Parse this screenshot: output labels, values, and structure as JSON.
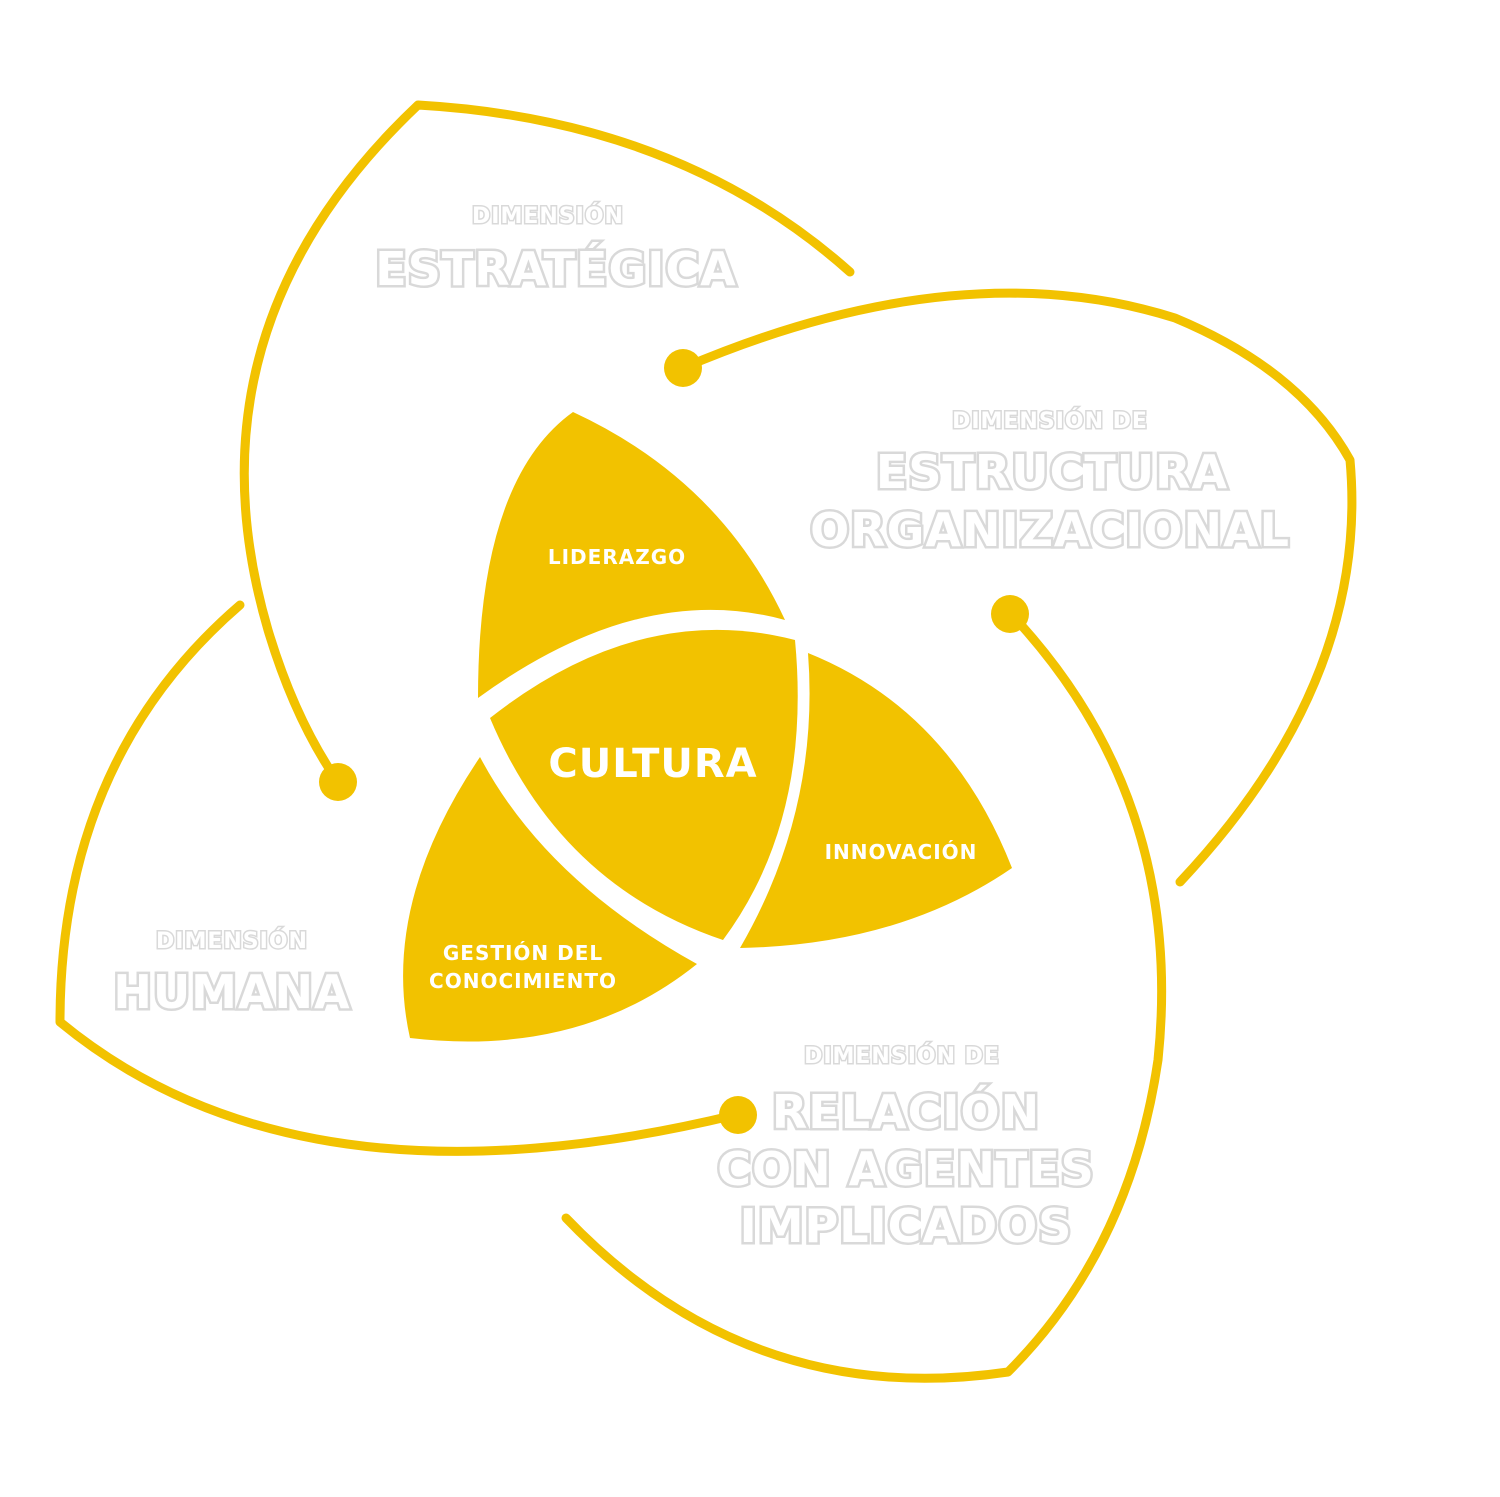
{
  "colors": {
    "accent": "#f2c200",
    "outline_text_stroke": "#d9d9d9",
    "background": "#ffffff"
  },
  "center": {
    "label": "CULTURA"
  },
  "petals": [
    {
      "id": "liderazgo",
      "label": "LIDERAZGO"
    },
    {
      "id": "innovacion",
      "label": "INNOVACIÓN"
    },
    {
      "id": "gestion",
      "line1": "GESTIÓN DEL",
      "line2": "CONOCIMIENTO"
    }
  ],
  "dimensions": {
    "estrategica": {
      "small": "DIMENSIÓN",
      "lines": [
        "ESTRATÉGICA"
      ]
    },
    "estructura": {
      "small": "DIMENSIÓN DE",
      "lines": [
        "ESTRUCTURA",
        "ORGANIZACIONAL"
      ]
    },
    "humana": {
      "small": "DIMENSIÓN",
      "lines": [
        "HUMANA"
      ]
    },
    "relacion": {
      "small": "DIMENSIÓN DE",
      "lines": [
        "RELACIÓN",
        "CON AGENTES",
        "IMPLICADOS"
      ]
    }
  }
}
